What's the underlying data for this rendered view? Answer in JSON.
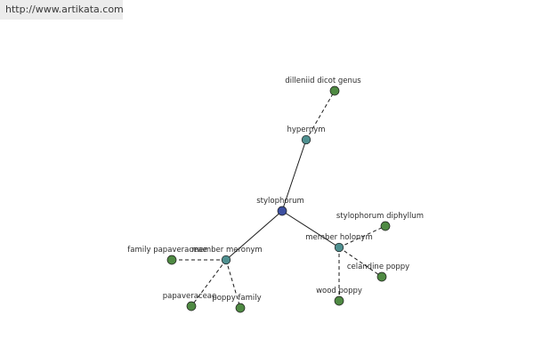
{
  "watermark": {
    "url_text": "http://www.artikata.com"
  },
  "colors": {
    "center_node": "#3c4fa0",
    "relation_node": "#4f9090",
    "leaf_node": "#4f8a43",
    "watermark_bg": "#ececec"
  },
  "graph": {
    "nodes": [
      {
        "id": "stylophorum",
        "label": "stylophorum",
        "kind": "center"
      },
      {
        "id": "hypernym",
        "label": "hypernym",
        "kind": "relation"
      },
      {
        "id": "dilleniid",
        "label": "dilleniid dicot genus",
        "kind": "leaf"
      },
      {
        "id": "member-meronym",
        "label": "member meronym",
        "kind": "relation"
      },
      {
        "id": "family-papaveraceae",
        "label": "family papaveraceae",
        "kind": "leaf"
      },
      {
        "id": "papaveraceae",
        "label": "papaveraceae",
        "kind": "leaf"
      },
      {
        "id": "poppy-family",
        "label": "poppy family",
        "kind": "leaf"
      },
      {
        "id": "member-holonym",
        "label": "member holonym",
        "kind": "relation"
      },
      {
        "id": "stylophorum-diphyllum",
        "label": "stylophorum diphyllum",
        "kind": "leaf"
      },
      {
        "id": "celandine-poppy",
        "label": "celandine poppy",
        "kind": "leaf"
      },
      {
        "id": "wood-poppy",
        "label": "wood poppy",
        "kind": "leaf"
      }
    ],
    "edges": [
      {
        "from": "stylophorum",
        "to": "hypernym",
        "style": "solid"
      },
      {
        "from": "hypernym",
        "to": "dilleniid",
        "style": "dashed"
      },
      {
        "from": "stylophorum",
        "to": "member-meronym",
        "style": "solid"
      },
      {
        "from": "member-meronym",
        "to": "family-papaveraceae",
        "style": "dashed"
      },
      {
        "from": "member-meronym",
        "to": "papaveraceae",
        "style": "dashed"
      },
      {
        "from": "member-meronym",
        "to": "poppy-family",
        "style": "dashed"
      },
      {
        "from": "stylophorum",
        "to": "member-holonym",
        "style": "solid"
      },
      {
        "from": "member-holonym",
        "to": "stylophorum-diphyllum",
        "style": "dashed"
      },
      {
        "from": "member-holonym",
        "to": "celandine-poppy",
        "style": "dashed"
      },
      {
        "from": "member-holonym",
        "to": "wood-poppy",
        "style": "dashed"
      }
    ]
  }
}
